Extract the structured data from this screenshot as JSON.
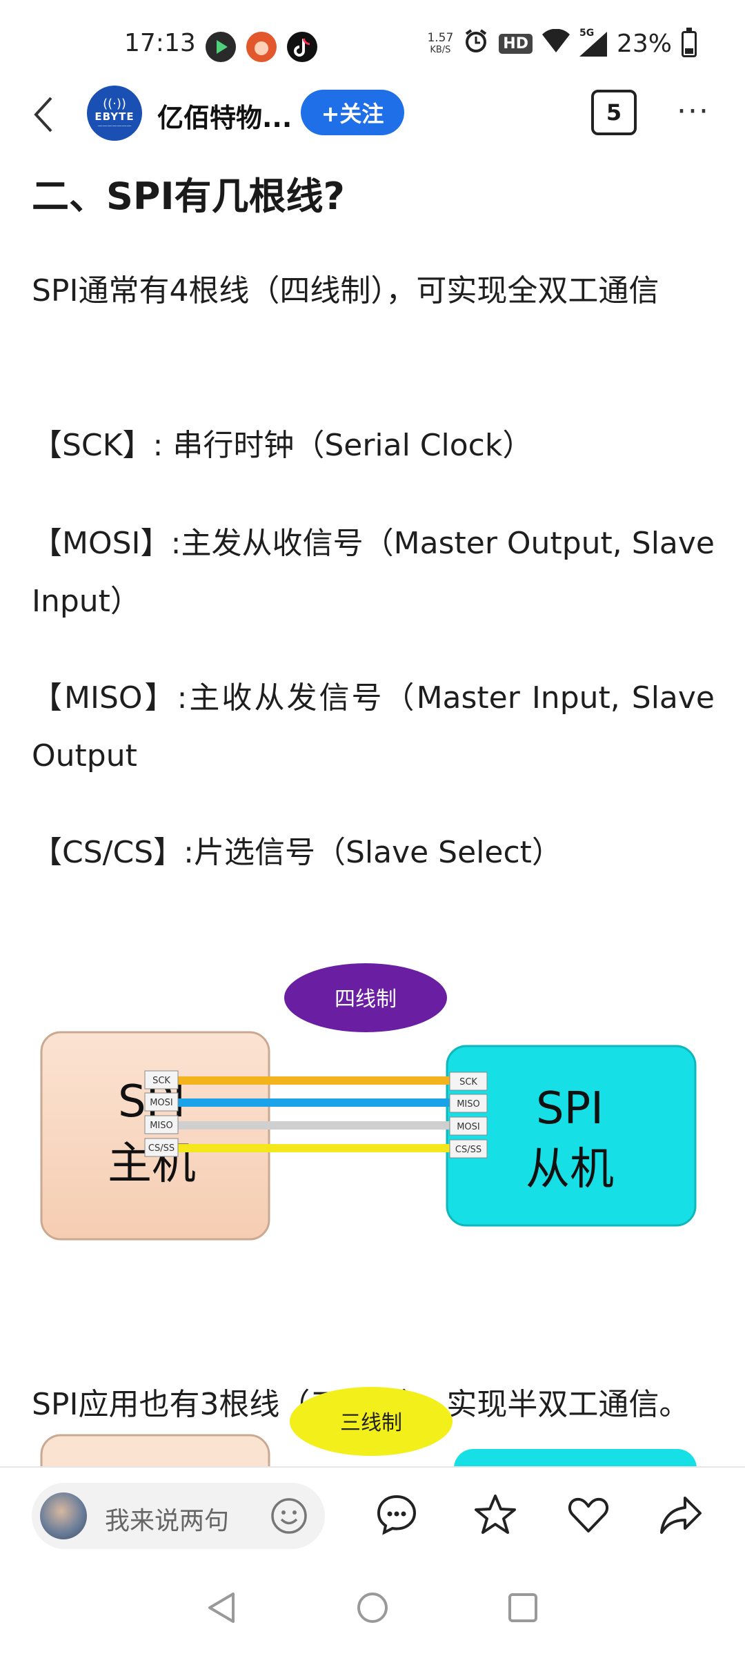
{
  "status_bar": {
    "time": "17:13",
    "speed_value": "1.57",
    "speed_unit": "KB/S",
    "hd": "HD",
    "network": "5G",
    "battery": "23%",
    "battery_level": 0.23,
    "app_icons": [
      "video-app-icon",
      "game-app-icon",
      "tiktok-icon"
    ]
  },
  "nav": {
    "brand_logo_text": "EBYTE",
    "title": "亿佰特物...",
    "follow_label": "+关注",
    "count": "5",
    "more": "···"
  },
  "article": {
    "heading": "二、SPI有几根线?",
    "intro": "SPI通常有4根线（四线制），可实现全双工通信",
    "sck": "【SCK】: 串行时钟（Serial Clock）",
    "mosi": "【MOSI】:主发从收信号（Master Output, Slave Input）",
    "miso": "【MISO】:主收从发信号（Master Input, Slave Output",
    "cs": "【CS/CS】:片选信号（Slave Select）",
    "three_wire": "SPI应用也有3根线（三线制），实现半双工通信。"
  },
  "diagram4": {
    "badge": "四线制",
    "master_line1": "SPI",
    "master_line2": "主机",
    "slave_line1": "SPI",
    "slave_line2": "从机",
    "master_pins": [
      "SCK",
      "MOSI",
      "MISO",
      "CS/SS"
    ],
    "slave_pins": [
      "SCK",
      "MISO",
      "MOSI",
      "CS/SS"
    ],
    "wire_colors": [
      "#f2b31c",
      "#1aa3e8",
      "#cfcfcf",
      "#f4e81c"
    ]
  },
  "diagram3": {
    "badge": "三线制"
  },
  "bottom_bar": {
    "comment_placeholder": "我来说两句",
    "icons": [
      "comment-icon",
      "star-icon",
      "heart-icon",
      "share-icon"
    ]
  },
  "system_nav": {
    "icons": [
      "back-triangle-icon",
      "home-circle-icon",
      "recents-square-icon"
    ]
  }
}
